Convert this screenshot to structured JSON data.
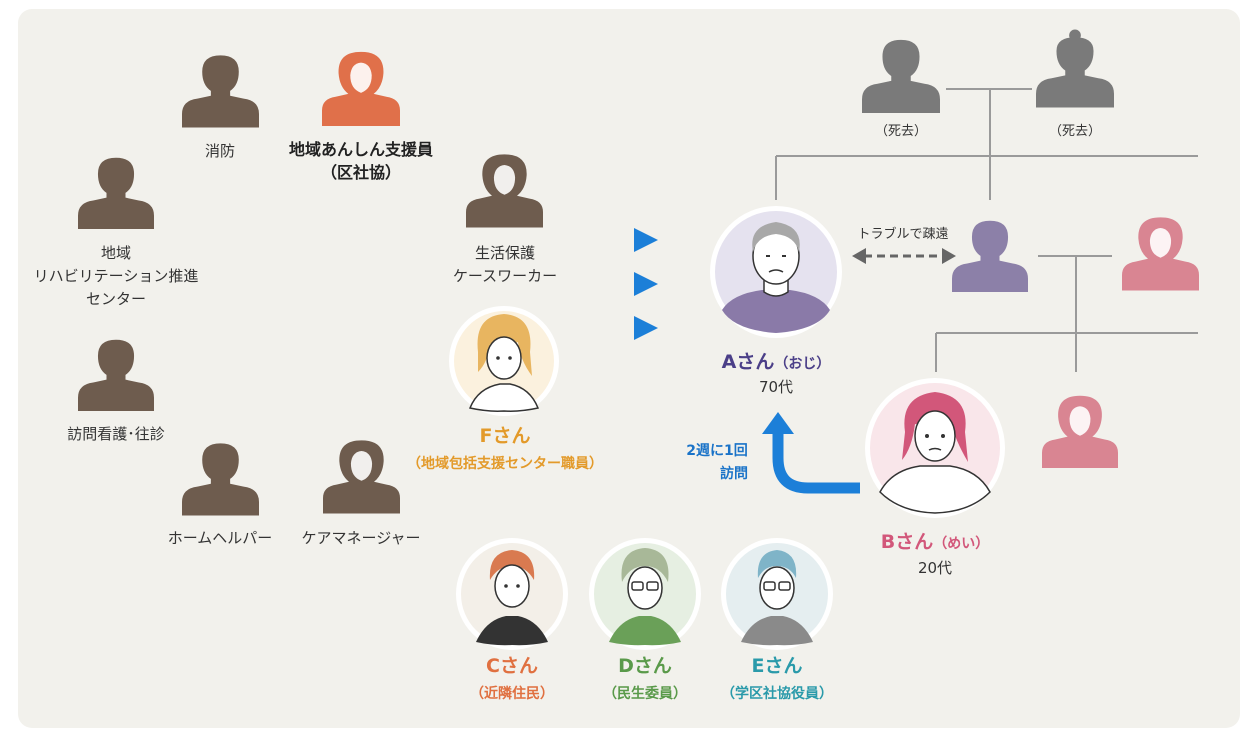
{
  "professionals": {
    "fire": "消防",
    "anshin_line1": "地域あんしん支援員",
    "anshin_line2": "（区社協）",
    "rehab_line1": "地域",
    "rehab_line2": "リハビリテーション推進",
    "rehab_line3": "センター",
    "welfare_line1": "生活保護",
    "welfare_line2": "ケースワーカー",
    "nursing": "訪問看護･往診",
    "helper": "ホームヘルパー",
    "caremanager": "ケアマネージャー"
  },
  "persons": {
    "a_name": "Aさん",
    "a_rel": "（おじ）",
    "a_age": "70代",
    "b_name": "Bさん",
    "b_rel": "（めい）",
    "b_age": "20代",
    "c_name": "Cさん",
    "c_role": "（近隣住民）",
    "d_name": "Dさん",
    "d_role": "（民生委員）",
    "e_name": "Eさん",
    "e_role": "（学区社協役員）",
    "f_name": "Fさん",
    "f_role": "（地域包括支援センター職員）"
  },
  "family": {
    "grandfather_status": "（死去）",
    "grandmother_status": "（死去）",
    "trouble_label": "トラブルで疎遠"
  },
  "visit": {
    "line1": "2週に1回",
    "line2": "訪問"
  },
  "colors": {
    "staff": "#6e5c4e",
    "anshin": "#e0704a",
    "a_purple": "#4b3f88",
    "b_pink": "#d2577a",
    "c_orange": "#e07040",
    "d_green": "#5a9a4a",
    "e_teal": "#2a9aaa",
    "f_yellow": "#e39a2a",
    "visit_blue": "#1a73c8",
    "arrow_blue": "#1c7fd8"
  },
  "icons": [
    "person-silhouette-icon",
    "play-triangle-icon",
    "curved-arrow-icon",
    "dashed-double-arrow-icon"
  ]
}
